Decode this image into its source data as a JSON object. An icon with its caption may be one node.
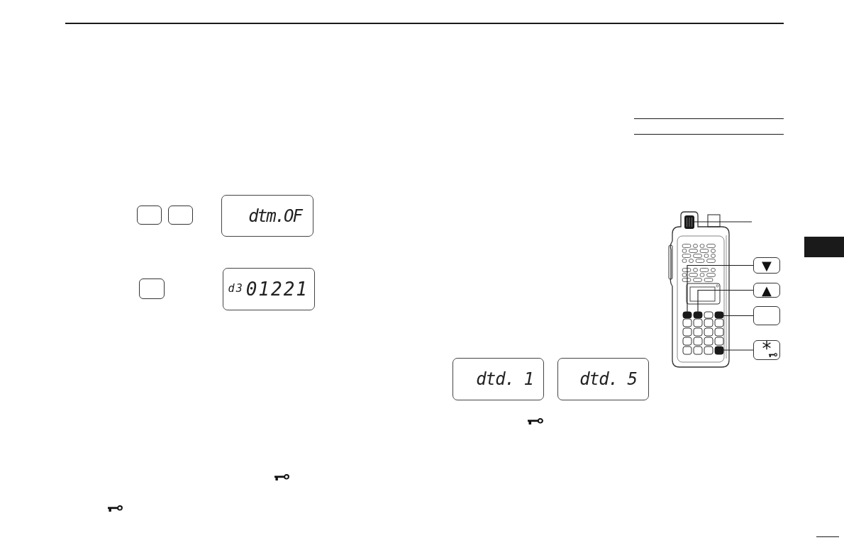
{
  "diagram": {
    "nodes": [
      {
        "text": [],
        "shape": "box"
      },
      {
        "text": [],
        "shape": "box"
      },
      {
        "text": [
          "dtm.OF"
        ]
      },
      {
        "text": [],
        "shape": "box"
      },
      {
        "text": [
          "$^{d3}$01221"
        ]
      },
      {
        "text": [],
        "shape": "picture"
      },
      {
        "text": [],
        "shape": "picture",
        "in": 5
      },
      {
        "text": [],
        "shape": "box",
        "in": 5
      },
      {
        "text": [],
        "shape": "box",
        "in": 5
      },
      {
        "text": [],
        "shape": "box",
        "in": 5
      },
      {
        "text": [],
        "shape": "box",
        "in": 5
      },
      {
        "text": [
          "▼"
        ]
      },
      {
        "text": [
          "▲"
        ]
      },
      {
        "text": [],
        "shape": "box"
      },
      {
        "text": [
          "*"
        ]
      },
      {
        "text": [
          "dtd. 1"
        ]
      },
      {
        "text": [
          "dtd. 5"
        ]
      }
    ],
    "edges": [
      {
        "from": null,
        "to": 6,
        "arrow": "none"
      },
      {
        "from": 11,
        "to": 7,
        "arrow": "none"
      },
      {
        "from": 12,
        "to": 8,
        "arrow": "none"
      },
      {
        "from": 13,
        "to": 9,
        "arrow": "none"
      },
      {
        "from": 14,
        "to": 10,
        "arrow": "none"
      }
    ]
  }
}
